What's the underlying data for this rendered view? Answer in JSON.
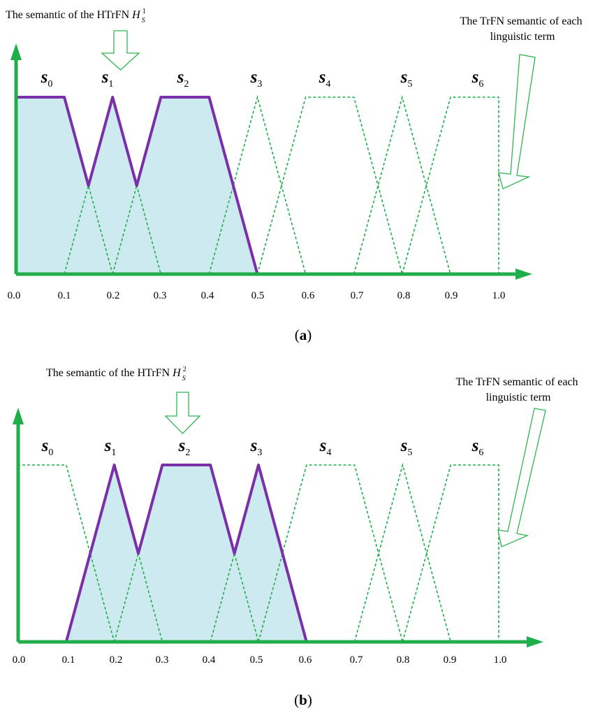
{
  "colors": {
    "axis": "#1fae4a",
    "dashed": "#1fae4a",
    "highlight": "#7b2fa8",
    "fill": "#cdeaf1",
    "arrow_outline": "#2fb552"
  },
  "panels": [
    {
      "id": "a",
      "caption_label": "a",
      "annotation_left": {
        "text": "The semantic of the HTrFN ",
        "symbol": "H",
        "superscript": "1",
        "subscript": "S"
      },
      "annotation_right": [
        "The TrFN semantic of each",
        "linguistic term"
      ],
      "tick_labels": [
        "0.0",
        "0.1",
        "0.2",
        "0.3",
        "0.4",
        "0.5",
        "0.6",
        "0.7",
        "0.8",
        "0.9",
        "1.0"
      ],
      "terms": [
        {
          "letter": "s",
          "sub": "0"
        },
        {
          "letter": "s",
          "sub": "1"
        },
        {
          "letter": "s",
          "sub": "2"
        },
        {
          "letter": "s",
          "sub": "3"
        },
        {
          "letter": "s",
          "sub": "4"
        },
        {
          "letter": "s",
          "sub": "5"
        },
        {
          "letter": "s",
          "sub": "6"
        }
      ],
      "highlight_polyline": [
        [
          0.0,
          1.0
        ],
        [
          0.1,
          1.0
        ],
        [
          0.15,
          0.5
        ],
        [
          0.2,
          1.0
        ],
        [
          0.25,
          0.5
        ],
        [
          0.3,
          1.0
        ],
        [
          0.4,
          1.0
        ],
        [
          0.5,
          0.0
        ]
      ]
    },
    {
      "id": "b",
      "caption_label": "b",
      "annotation_left": {
        "text": "The semantic of the HTrFN ",
        "symbol": "H",
        "superscript": "2",
        "subscript": "S"
      },
      "annotation_right": [
        "The TrFN semantic of each",
        "linguistic term"
      ],
      "tick_labels": [
        "0.0",
        "0.1",
        "0.2",
        "0.3",
        "0.4",
        "0.5",
        "0.6",
        "0.7",
        "0.8",
        "0.9",
        "1.0"
      ],
      "terms": [
        {
          "letter": "s",
          "sub": "0"
        },
        {
          "letter": "s",
          "sub": "1"
        },
        {
          "letter": "s",
          "sub": "2"
        },
        {
          "letter": "s",
          "sub": "3"
        },
        {
          "letter": "s",
          "sub": "4"
        },
        {
          "letter": "s",
          "sub": "5"
        },
        {
          "letter": "s",
          "sub": "6"
        }
      ],
      "highlight_polyline": [
        [
          0.1,
          0.0
        ],
        [
          0.2,
          1.0
        ],
        [
          0.25,
          0.5
        ],
        [
          0.3,
          1.0
        ],
        [
          0.4,
          1.0
        ],
        [
          0.45,
          0.5
        ],
        [
          0.5,
          1.0
        ],
        [
          0.6,
          0.0
        ]
      ]
    }
  ],
  "linguistic_terms_trfn": [
    [
      0.0,
      0.0,
      0.1,
      0.2
    ],
    [
      0.1,
      0.2,
      0.2,
      0.3
    ],
    [
      0.2,
      0.3,
      0.4,
      0.5
    ],
    [
      0.4,
      0.5,
      0.5,
      0.6
    ],
    [
      0.5,
      0.6,
      0.7,
      0.8
    ],
    [
      0.7,
      0.8,
      0.8,
      0.9
    ],
    [
      0.8,
      0.9,
      1.0,
      1.0
    ]
  ]
}
